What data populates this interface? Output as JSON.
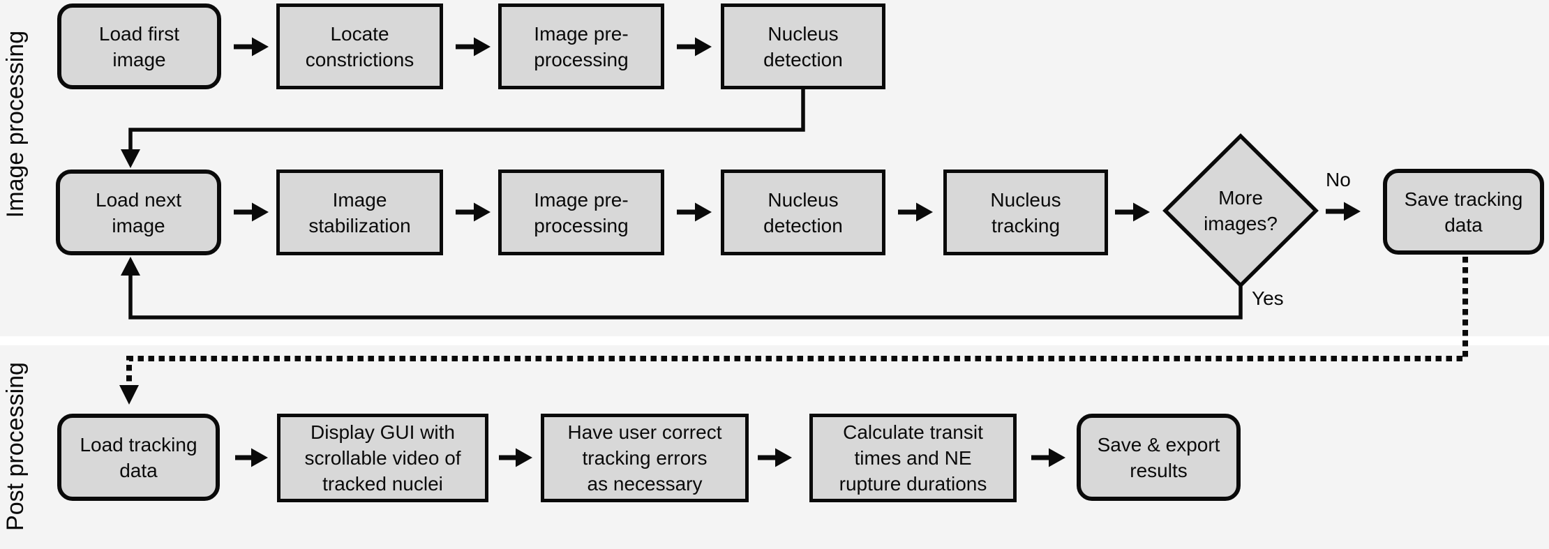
{
  "figure": {
    "type": "flowchart",
    "sections": [
      {
        "label": "Image processing"
      },
      {
        "label": "Post processing"
      }
    ]
  },
  "nodes": [
    {
      "id": "load-first-image",
      "type": "terminal",
      "label": "Load first\nimage"
    },
    {
      "id": "locate-constrictions",
      "type": "process",
      "label": "Locate\nconstrictions"
    },
    {
      "id": "image-preprocessing-1",
      "type": "process",
      "label": "Image pre-\nprocessing"
    },
    {
      "id": "nucleus-detection-1",
      "type": "process",
      "label": "Nucleus\ndetection"
    },
    {
      "id": "load-next-image",
      "type": "terminal",
      "label": "Load next\nimage"
    },
    {
      "id": "image-stabilization",
      "type": "process",
      "label": "Image\nstabilization"
    },
    {
      "id": "image-preprocessing-2",
      "type": "process",
      "label": "Image pre-\nprocessing"
    },
    {
      "id": "nucleus-detection-2",
      "type": "process",
      "label": "Nucleus\ndetection"
    },
    {
      "id": "nucleus-tracking",
      "type": "process",
      "label": "Nucleus\ntracking"
    },
    {
      "id": "more-images",
      "type": "decision",
      "label": "More\nimages?"
    },
    {
      "id": "save-tracking-data",
      "type": "terminal",
      "label": "Save tracking\ndata"
    },
    {
      "id": "load-tracking-data",
      "type": "terminal",
      "label": "Load tracking\ndata"
    },
    {
      "id": "display-gui",
      "type": "process",
      "label": "Display GUI with\nscrollable video of\ntracked nuclei"
    },
    {
      "id": "have-user-correct",
      "type": "process",
      "label": "Have user correct\ntracking errors\nas necessary"
    },
    {
      "id": "calculate-transit",
      "type": "process",
      "label": "Calculate transit\ntimes and NE\nrupture durations"
    },
    {
      "id": "save-export-results",
      "type": "terminal",
      "label": "Save & export\nresults"
    }
  ],
  "edge_labels": {
    "no": "No",
    "yes": "Yes"
  },
  "colors": {
    "background": "#f4f4f4",
    "node_fill": "#d8d8d8",
    "line": "#0a0a0a",
    "separator_band": "#ffffff"
  }
}
